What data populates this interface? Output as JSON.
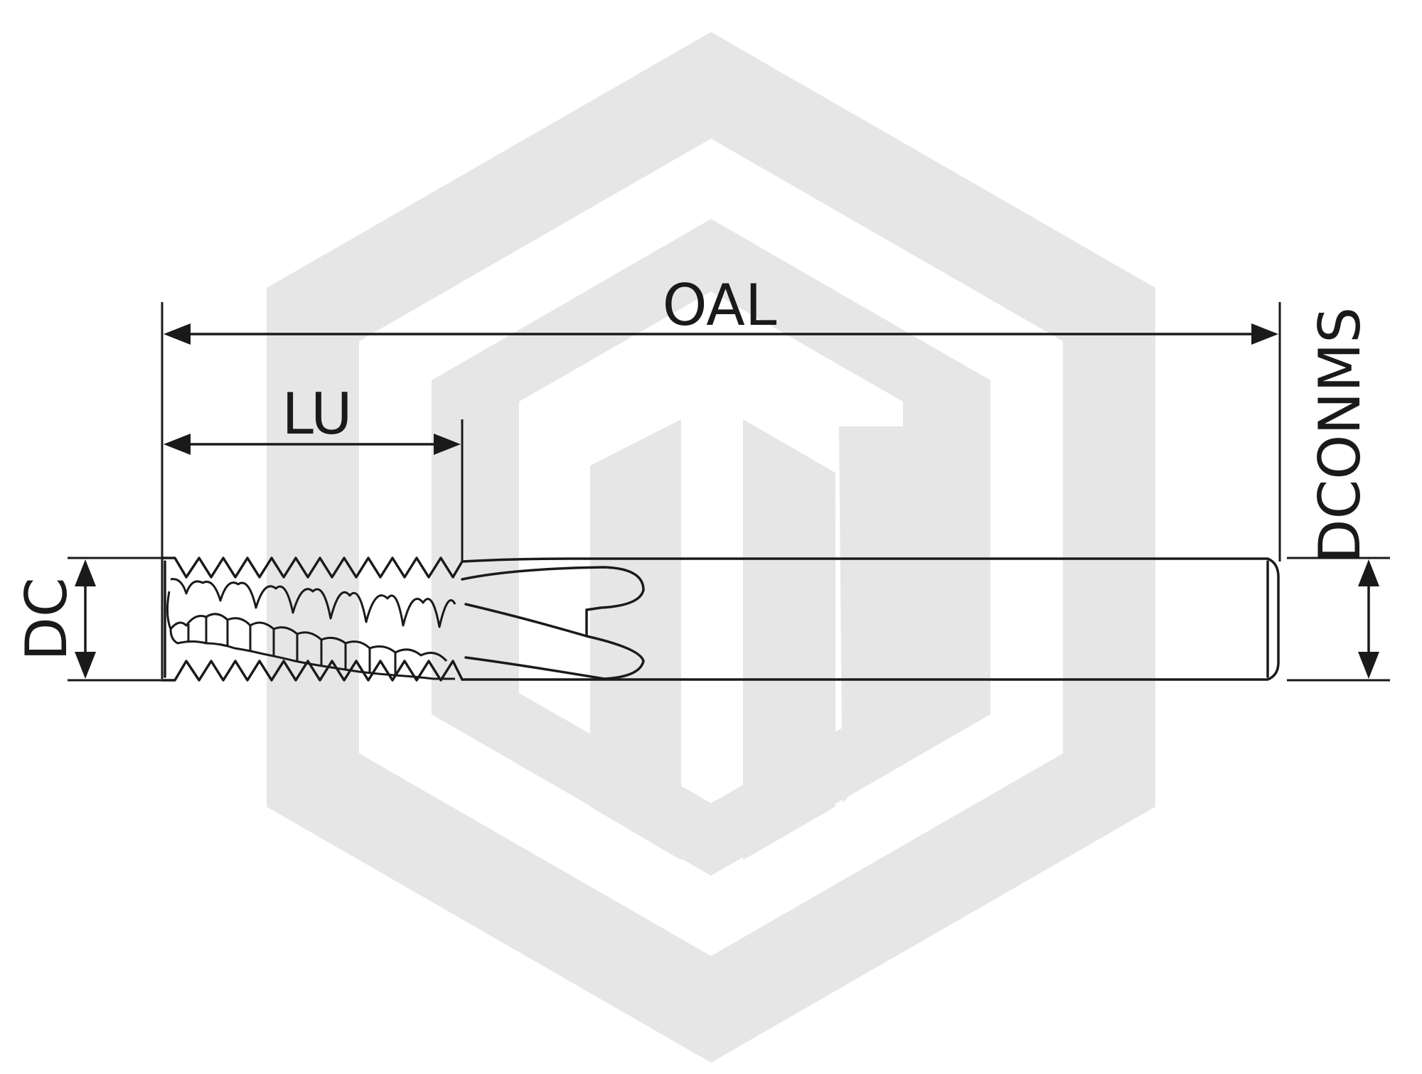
{
  "dimensions": {
    "oal": "OAL",
    "lu": "LU",
    "dc": "DC",
    "dconms": "DCONMS"
  },
  "colors": {
    "line": "#1a1a1a",
    "watermark": "#e6e6e6",
    "background": "#ffffff"
  }
}
